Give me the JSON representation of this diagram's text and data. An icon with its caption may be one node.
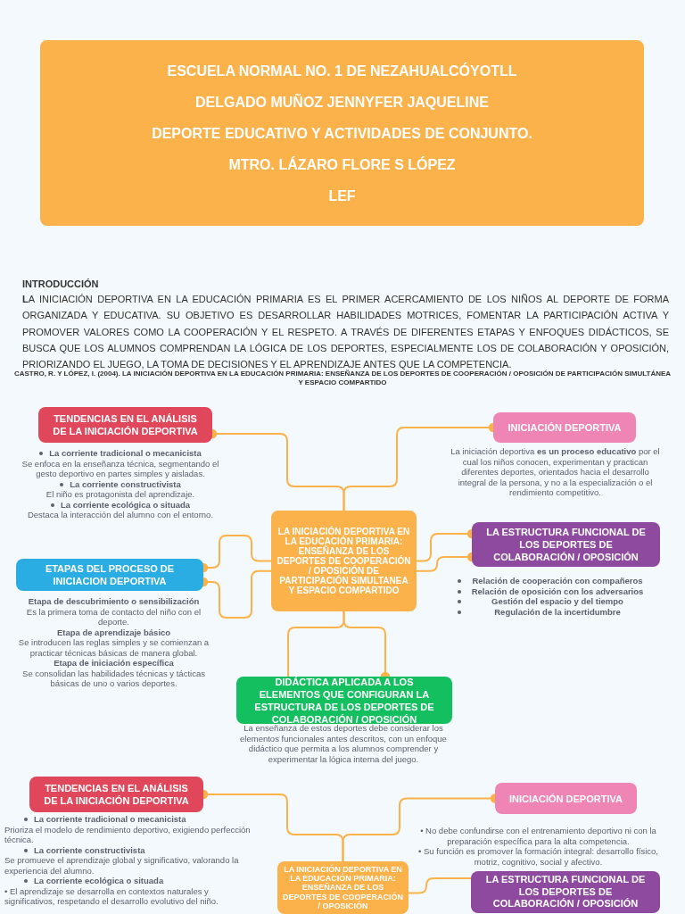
{
  "diagram": {
    "nodes": [
      {
        "text": [
          "ESCUELA NORMAL NO. 1 DE NEZAHUALCÓYOTLL",
          "DELGADO MUÑOZ JENNYFER JAQUELINE",
          "DEPORTE EDUCATIVO Y ACTIVIDADES DE CONJUNTO.",
          "MTRO. LÁZARO FLORE S LÓPEZ",
          "LEF"
        ]
      },
      {
        "text": [
          "TENDENCIAS EN EL ANÁLISIS DE LA INICIACIÓN DEPORTIVA"
        ],
        "beside": [
          "La corriente tradicional o mecanicista",
          "Se enfoca en la enseñanza técnica, segmentando el gesto deportivo en partes simples y aisladas.",
          "La corriente constructivista",
          "El niño es protagonista del aprendizaje.",
          "La corriente ecológica o situada",
          "Destaca la interacción del alumno con el entorno."
        ]
      },
      {
        "text": [
          "INICIACIÓN DEPORTIVA"
        ],
        "beside": [
          "La iniciación deportiva **es un proceso educativo** por el cual los niños conocen, experimentan y practican diferentes deportes, orientados hacia el desarrollo integral de la persona, y no a la especialización o el rendimiento competitivo."
        ]
      },
      {
        "text": [
          "LA INICIACIÓN DEPORTIVA EN LA EDUCACIÓN PRIMARIA: ENSEÑANZA DE LOS DEPORTES DE COOPERACIÓN / OPOSICIÓN DE PARTICIPACIÓN SIMULTANEA Y ESPACIO COMPARTIDO"
        ]
      },
      {
        "text": [
          "LA ESTRUCTURA FUNCIONAL DE LOS DEPORTES DE COLABORACIÓN / OPOSICIÓN"
        ],
        "beside": [
          "Relación de cooperación con compañeros",
          "Relación de oposición con los adversarios",
          "Gestión del espacio y del tiempo",
          "Regulación de la incertidumbre"
        ]
      },
      {
        "text": [
          "ETAPAS DEL PROCESO DE INICIACION DEPORTIVA"
        ],
        "beside": [
          "Etapa de descubrimiento o sensibilización",
          "Es la primera toma de contacto del niño con el deporte.",
          "Etapa de aprendizaje básico",
          "Se introducen las reglas simples y se comienzan a practicar técnicas básicas de manera global.",
          "Etapa de iniciación específica",
          "Se consolidan las habilidades técnicas y tácticas básicas de uno o varios deportes."
        ]
      },
      {
        "text": [
          "DIDÁCTICA APLICADA A LOS ELEMENTOS QUE CONFIGURAN LA ESTRUCTURA DE LOS DEPORTES DE COLABORACIÓN / OPOSICIÓN"
        ],
        "beside": [
          "La enseñanza de estos deportes debe considerar los elementos funcionales antes descritos, con un enfoque didáctico que permita a los alumnos comprender y experimentar la lógica interna del juego."
        ]
      },
      {
        "text": [
          "TENDENCIAS EN EL ANÁLISIS DE LA INICIACIÓN DEPORTIVA"
        ],
        "beside": [
          "La corriente tradicional o mecanicista",
          "Prioriza el modelo de rendimiento deportivo, exigiendo perfección técnica.",
          "La corriente constructivista",
          "Se promueve el aprendizaje global y significativo, valorando la experiencia del alumno.",
          "La corriente ecológica o situada",
          "• El aprendizaje se desarrolla en contextos naturales y significativos, respetando el desarrollo evolutivo del niño."
        ]
      },
      {
        "text": [
          "INICIACIÓN DEPORTIVA"
        ],
        "beside": [
          "• No debe confundirse con el entrenamiento deportivo ni con la preparación específica para la alta competencia.",
          "• Su función es promover la formación integral: desarrollo físico, motriz, cognitivo, social y afectivo."
        ]
      },
      {
        "text": [
          "LA INICIACIÓN DEPORTIVA EN LA EDUCACIÓN PRIMARIA: ENSEÑANZA DE LOS DEPORTES DE COOPERACIÓN / OPOSICIÓN"
        ]
      },
      {
        "text": [
          "LA ESTRUCTURA FUNCIONAL DE LOS DEPORTES DE COLABORACIÓN / OPOSICIÓN"
        ]
      }
    ],
    "edges": [
      {
        "from": 3,
        "to": 1,
        "arrow": "other"
      },
      {
        "from": 3,
        "to": 2,
        "arrow": "other"
      },
      {
        "from": 3,
        "to": 5,
        "arrow": "other"
      },
      {
        "from": 3,
        "to": 5,
        "arrow": "other"
      },
      {
        "from": 3,
        "to": 4,
        "arrow": "other"
      },
      {
        "from": 3,
        "to": 4,
        "arrow": "other"
      },
      {
        "from": 3,
        "to": 6,
        "arrow": "none"
      },
      {
        "from": 3,
        "to": 6,
        "arrow": "other"
      },
      {
        "from": 9,
        "to": 7,
        "arrow": "other"
      },
      {
        "from": 9,
        "to": 8,
        "arrow": "other"
      },
      {
        "from": 9,
        "to": 10,
        "arrow": "none"
      }
    ],
    "labels": [
      "INTRODUCCIÓN",
      "**L**A INICIACIÓN DEPORTIVA EN LA EDUCACIÓN PRIMARIA ES EL PRIMER ACERCAMIENTO DE LOS NIÑOS AL DEPORTE DE FORMA ORGANIZADA Y EDUCATIVA. SU OBJETIVO ES DESARROLLAR HABILIDADES MOTRICES, FOMENTAR LA PARTICIPACIÓN ACTIVA Y PROMOVER VALORES COMO LA COOPERACIÓN Y EL RESPETO. A TRAVÉS DE DIFERENTES ETAPAS Y ENFOQUES DIDÁCTICOS, SE BUSCA QUE LOS ALUMNOS COMPRENDAN LA LÓGICA DE LOS DEPORTES, ESPECIALMENTE LOS DE COLABORACIÓN Y OPOSICIÓN, PRIORIZANDO EL JUEGO, LA TOMA DE DECISIONES Y EL APRENDIZAJE ANTES QUE LA COMPETENCIA.",
      "CASTRO, R. Y LÓPEZ, I. (2004). LA INICIACIÓN DEPORTIVA EN LA EDUCACIÓN PRIMARIA: ENSEÑANZA DE LOS DEPORTES DE COOPERACIÓN / OPOSICIÓN DE PARTICIPACIÓN SIMULTÁNEA Y ESPACIO COMPARTIDO"
    ]
  }
}
